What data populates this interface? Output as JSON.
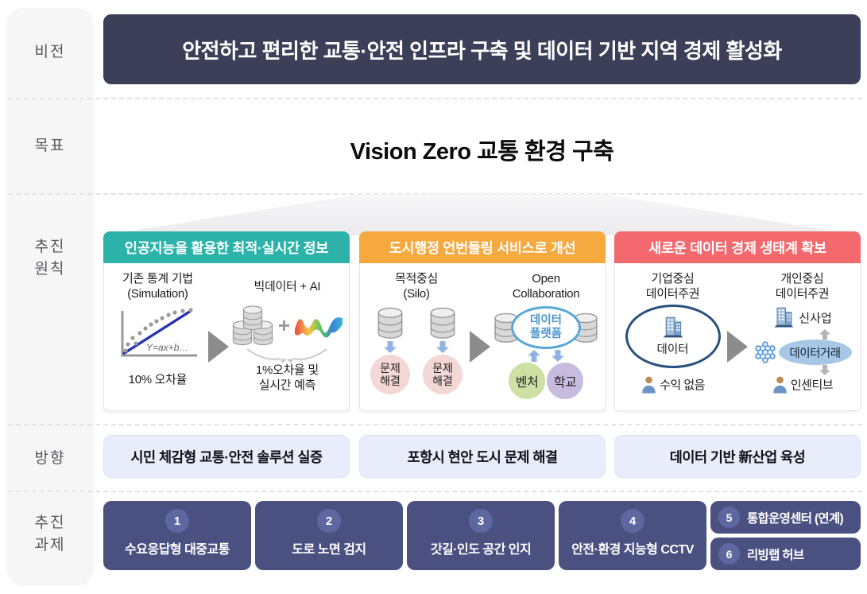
{
  "sidebar": {
    "items": [
      "비전",
      "목표",
      "추진\n원칙",
      "방향",
      "추진\n과제"
    ]
  },
  "vision": {
    "banner": "안전하고 편리한 교통·안전 인프라 구축 및 데이터 기반 지역 경제 활성화"
  },
  "goal": {
    "text": "Vision Zero 교통 환경 구축"
  },
  "principles": {
    "columns": [
      {
        "header": "인공지능을 활용한 최적·실시간 정보",
        "color": "#2cb2a9",
        "before": {
          "title": "기존 통계 기법\n(Simulation)",
          "formula": "Y=ax+b…",
          "caption": "10% 오차율"
        },
        "after": {
          "title": "빅데이터 + AI",
          "plus": "+",
          "caption": "1%오차율 및\n실시간 예측"
        }
      },
      {
        "header": "도시행정 언번들링 서비스로 개선",
        "color": "#f6a93f",
        "before": {
          "title": "목적중심\n(Silo)",
          "bubble1": "문제\n해결",
          "bubble2": "문제\n해결"
        },
        "after": {
          "title": "Open\nCollaboration",
          "platform": "데이터\n플랫폼",
          "partner1": "벤처",
          "partner2": "학교"
        }
      },
      {
        "header": "새로운 데이터 경제 생태계 확보",
        "color": "#f4696d",
        "before": {
          "title": "기업중심\n데이터주권",
          "ellipse": "데이터",
          "person": "수익 없음"
        },
        "after": {
          "title": "개인중심\n데이터주권",
          "building": "신사업",
          "trade": "데이터거래",
          "person": "인센티브"
        }
      }
    ]
  },
  "direction": {
    "items": [
      "시민 체감형 교통·안전 솔루션 실증",
      "포항시 현안 도시 문제 해결",
      "데이터 기반 新산업 육성"
    ]
  },
  "tasks": {
    "items": [
      {
        "num": "1",
        "label": "수요응답형 대중교통"
      },
      {
        "num": "2",
        "label": "도로 노면 검지"
      },
      {
        "num": "3",
        "label": "갓길·인도 공간 인지"
      },
      {
        "num": "4",
        "label": "안전·환경 지능형 CCTV"
      },
      {
        "num": "5",
        "label": "통합운영센터 (연계)"
      },
      {
        "num": "6",
        "label": "리빙랩 허브"
      }
    ]
  },
  "colors": {
    "banner_bg": "#3b3f58",
    "col1_header": "#2cb2a9",
    "col2_header": "#f6a93f",
    "col3_header": "#f4696d",
    "direction_bg": "#e9ecfb",
    "task_bg": "#4a5181",
    "task_badge_bg": "#5d68a0"
  }
}
